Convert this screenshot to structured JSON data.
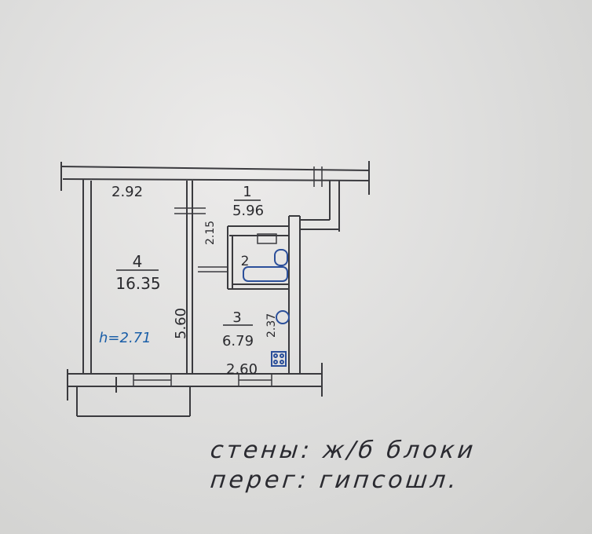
{
  "plan": {
    "dims": {
      "room4_width": "2.92",
      "room4_length": "5.60",
      "room3_width": "2.60",
      "room3_length": "2.37",
      "corridor_small": "2.15"
    },
    "rooms": [
      {
        "number": "1",
        "area": "5.96"
      },
      {
        "number": "2",
        "area": ""
      },
      {
        "number": "3",
        "area": "6.79"
      },
      {
        "number": "4",
        "area": "16.35"
      }
    ],
    "ceiling_height": "h=2.71"
  },
  "notes": {
    "walls": "стены: ж/б блоки",
    "partitions": "перег: гипсошл."
  },
  "colors": {
    "ink": "#2a2a2e",
    "blue_ink": "#1b5fa8",
    "wall_stroke": "#3a3a3e"
  }
}
